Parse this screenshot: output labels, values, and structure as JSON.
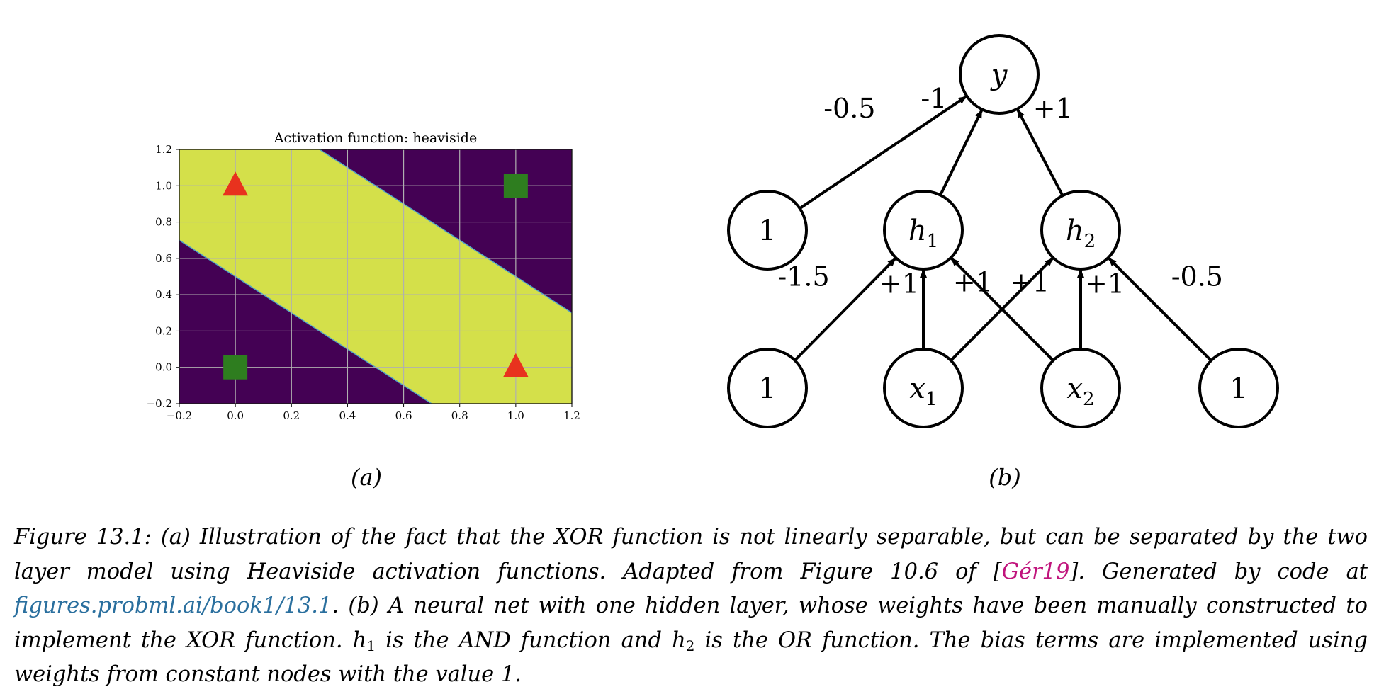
{
  "panels": {
    "a": {
      "label": "(a)",
      "chart_data": {
        "type": "scatter",
        "title": "Activation function: heaviside",
        "xlim": [
          -0.2,
          1.2
        ],
        "ylim": [
          -0.2,
          1.2
        ],
        "xticks": [
          -0.2,
          0.0,
          0.2,
          0.4,
          0.6,
          0.8,
          1.0,
          1.2
        ],
        "yticks": [
          -0.2,
          0.0,
          0.2,
          0.4,
          0.6,
          0.8,
          1.0,
          1.2
        ],
        "xtick_labels": [
          "−0.2",
          "0.0",
          "0.2",
          "0.4",
          "0.6",
          "0.8",
          "1.0",
          "1.2"
        ],
        "ytick_labels": [
          "−0.2",
          "0.0",
          "0.2",
          "0.4",
          "0.6",
          "0.8",
          "1.0",
          "1.2"
        ],
        "grid": true,
        "background": {
          "low_color": "#440154",
          "high_color": "#d4e04a",
          "band_lines": [
            {
              "x_intercept": 0.5,
              "slope": -1
            },
            {
              "x_intercept": 1.5,
              "slope": -1
            }
          ]
        },
        "series": [
          {
            "marker": "triangle",
            "color": "#e8321e",
            "x": [
              0.0,
              1.0
            ],
            "y": [
              1.0,
              0.0
            ]
          },
          {
            "marker": "square",
            "color": "#2e7d1f",
            "x": [
              0.0,
              1.0
            ],
            "y": [
              0.0,
              1.0
            ]
          }
        ]
      }
    },
    "b": {
      "label": "(b)",
      "nodes": [
        {
          "id": "y",
          "text": "y",
          "italic": true,
          "sub": "",
          "level": "output",
          "slot": 0
        },
        {
          "id": "b_out",
          "text": "1",
          "italic": false,
          "sub": "",
          "level": "hidden",
          "slot": 0
        },
        {
          "id": "h1",
          "text": "h",
          "italic": true,
          "sub": "1",
          "level": "hidden",
          "slot": 1
        },
        {
          "id": "h2",
          "text": "h",
          "italic": true,
          "sub": "2",
          "level": "hidden",
          "slot": 2
        },
        {
          "id": "b_h1",
          "text": "1",
          "italic": false,
          "sub": "",
          "level": "input",
          "slot": 0
        },
        {
          "id": "x1",
          "text": "x",
          "italic": true,
          "sub": "1",
          "level": "input",
          "slot": 1
        },
        {
          "id": "x2",
          "text": "x",
          "italic": true,
          "sub": "2",
          "level": "input",
          "slot": 2
        },
        {
          "id": "b_h2",
          "text": "1",
          "italic": false,
          "sub": "",
          "level": "input",
          "slot": 3
        }
      ],
      "edges": [
        {
          "from": "b_out",
          "to": "y",
          "weight": "-0.5"
        },
        {
          "from": "h1",
          "to": "y",
          "weight": "-1"
        },
        {
          "from": "h2",
          "to": "y",
          "weight": "+1"
        },
        {
          "from": "b_h1",
          "to": "h1",
          "weight": "-1.5"
        },
        {
          "from": "x1",
          "to": "h1",
          "weight": "+1"
        },
        {
          "from": "x2",
          "to": "h1",
          "weight": "+1"
        },
        {
          "from": "x1",
          "to": "h2",
          "weight": "+1"
        },
        {
          "from": "x2",
          "to": "h2",
          "weight": "+1"
        },
        {
          "from": "b_h2",
          "to": "h2",
          "weight": "-0.5"
        }
      ]
    }
  },
  "caption": {
    "label": "Figure 13.1:",
    "text_1": "(a) Illustration of the fact that the XOR function is not linearly separable, but can be separated by the two layer model using Heaviside activation functions. Adapted from Figure 10.6 of [",
    "cite": "Gér19",
    "text_2": "]. Generated by code at ",
    "link": "figures.probml.ai/book1/13.1",
    "text_3": ". (b) A neural net with one hidden layer, whose weights have been manually constructed to implement the XOR function. ",
    "h1_var": "h",
    "h1_sub": "1",
    "text_4": " is the AND function and ",
    "h2_var": "h",
    "h2_sub": "2",
    "text_5": " is the OR function. The bias terms are implemented using weights from constant nodes with the value 1."
  }
}
